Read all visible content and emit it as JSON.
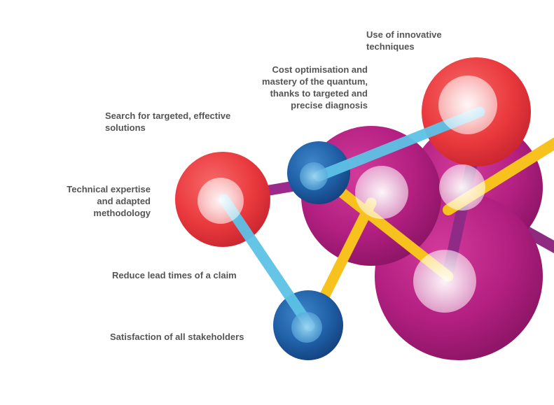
{
  "labels": {
    "innovative": "Use of innovative\ntechniques",
    "cost": "Cost optimisation and\nmastery of the quantum,\nthanks to targeted and\nprecise diagnosis",
    "search": "Search for targeted, effective\nsolutions",
    "technical": "Technical expertise\nand adapted\nmethodology",
    "lead": "Reduce lead times of a claim",
    "satisfaction": "Satisfaction of all stakeholders"
  },
  "colors": {
    "text": "#555555",
    "red": "#e8353b",
    "magenta": "#b4207f",
    "blue": "#1f62a8",
    "light_blue": "#5dc2e6",
    "yellow": "#f7c21d",
    "purple_bar": "#9b2a8c"
  }
}
